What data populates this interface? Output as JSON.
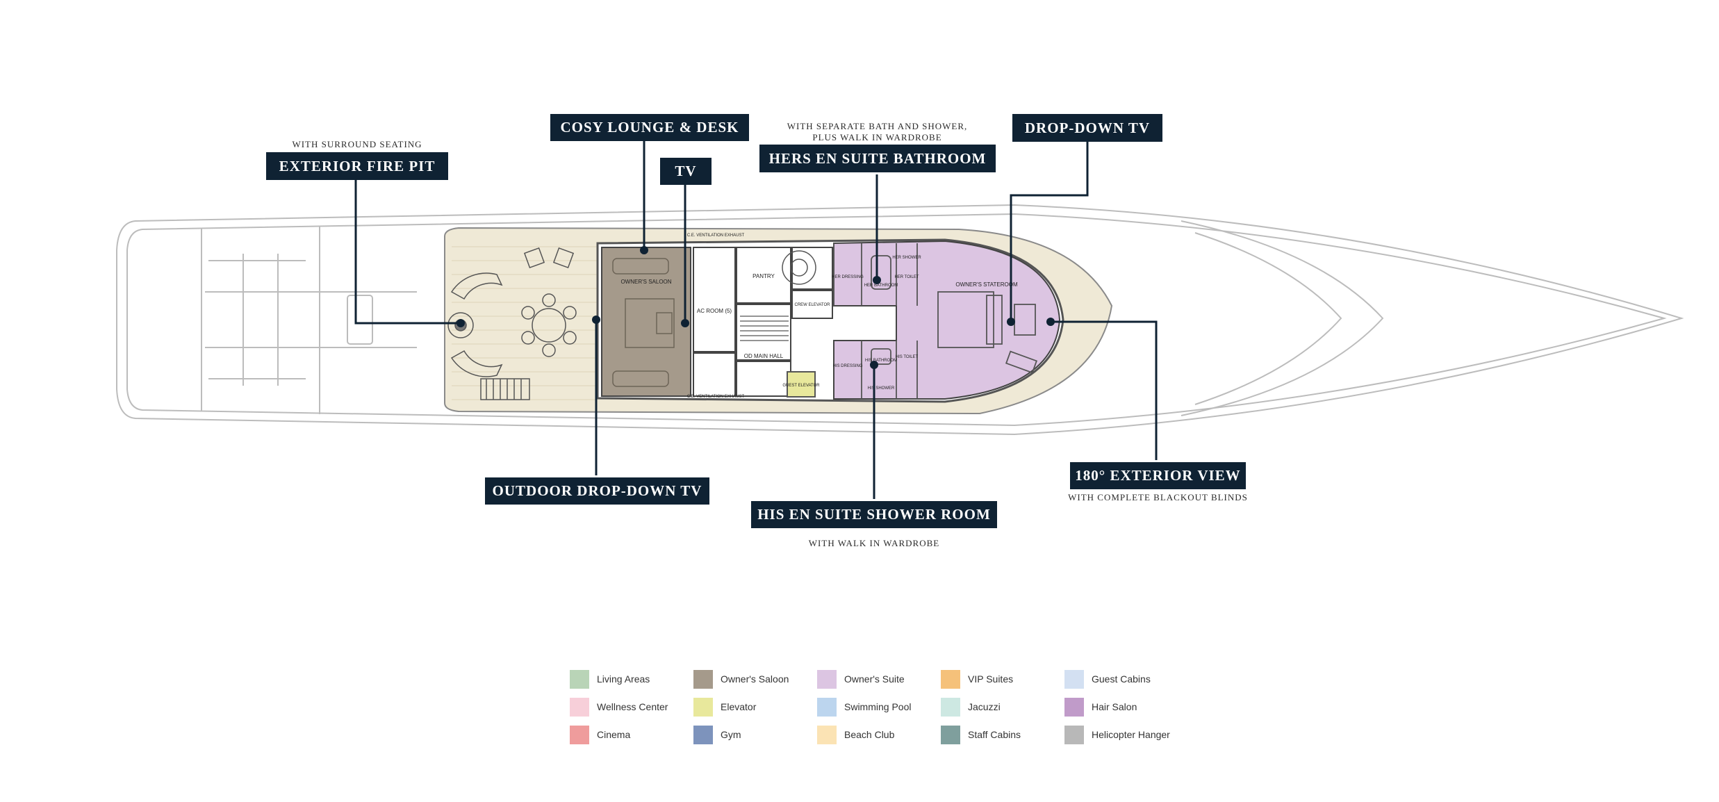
{
  "callouts": {
    "cosy_lounge": "COSY LOUNGE & DESK",
    "exterior_fire_pit": "EXTERIOR FIRE PIT",
    "tv": "TV",
    "hers_bathroom": "HERS EN SUITE BATHROOM",
    "drop_down_tv": "DROP-DOWN TV",
    "outdoor_drop_down_tv": "OUTDOOR DROP-DOWN TV",
    "his_shower_room": "HIS EN SUITE SHOWER ROOM",
    "exterior_view": "180° EXTERIOR VIEW"
  },
  "notes": {
    "fire_pit": "WITH SURROUND SEATING",
    "hers_bathroom_line1": "WITH SEPARATE BATH AND SHOWER,",
    "hers_bathroom_line2": "PLUS WALK IN WARDROBE",
    "his_shower": "WITH WALK IN WARDROBE",
    "exterior_view": "WITH COMPLETE BLACKOUT BLINDS"
  },
  "plan_labels": {
    "owners_saloon": "OWNER'S SALOON",
    "pantry": "PANTRY",
    "ac_room": "AC ROOM (5)",
    "od_main_hall": "OD MAIN HALL",
    "guest_elevator": "GUEST ELEVATOR",
    "crew_elevator": "CREW ELEVATOR",
    "owners_stateroom": "OWNER'S STATEROOM",
    "hers_bathroom": "HER BATHROOM",
    "his_bathroom": "HIS BATHROOM",
    "hers_dressing": "HER DRESSING",
    "his_dressing": "HIS DRESSING",
    "hers_toilet": "HER TOILET",
    "his_toilet": "HIS TOILET",
    "hers_shower": "HER SHOWER",
    "his_shower": "HIS SHOWER",
    "vent_top": "C.E. VENTILATION EXHAUST",
    "vent_bottom": "C.E. VENTILATION EXHAUST"
  },
  "legend": [
    {
      "label": "Living Areas",
      "color": "#b9d4b7"
    },
    {
      "label": "Owner's Saloon",
      "color": "#a59a8b"
    },
    {
      "label": "Owner's Suite",
      "color": "#dcc5e2"
    },
    {
      "label": "VIP Suites",
      "color": "#f5c17a"
    },
    {
      "label": "Guest Cabins",
      "color": "#d3e0f2"
    },
    {
      "label": "Wellness Center",
      "color": "#f7cfd9"
    },
    {
      "label": "Elevator",
      "color": "#e8e89c"
    },
    {
      "label": "Swimming Pool",
      "color": "#bcd5ee"
    },
    {
      "label": "Jacuzzi",
      "color": "#cde8e2"
    },
    {
      "label": "Hair Salon",
      "color": "#c09bc9"
    },
    {
      "label": "Cinema",
      "color": "#ef9c9c"
    },
    {
      "label": "Gym",
      "color": "#7d93bc"
    },
    {
      "label": "Beach Club",
      "color": "#fbe3b4"
    },
    {
      "label": "Staff Cabins",
      "color": "#7f9f9d"
    },
    {
      "label": "Helicopter Hanger",
      "color": "#b8b8b8"
    }
  ],
  "colors": {
    "callout_bg": "#0f2233",
    "deck_wood": "#efe9d6",
    "owners_saloon": "#a59a8b",
    "owners_suite": "#dcc5e2",
    "elevator": "#e8e89c"
  }
}
